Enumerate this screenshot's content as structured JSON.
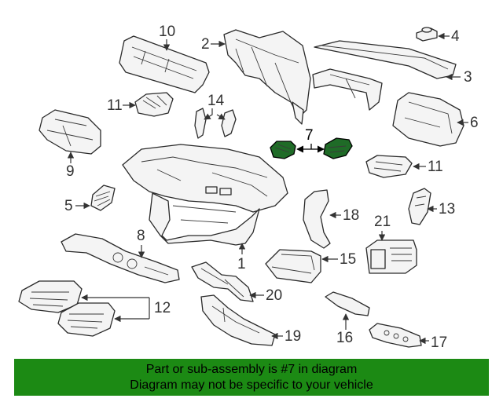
{
  "callouts": {
    "c1": "1",
    "c2": "2",
    "c3": "3",
    "c4": "4",
    "c5": "5",
    "c6": "6",
    "c7": "7",
    "c8": "8",
    "c9": "9",
    "c10": "10",
    "c11a": "11",
    "c11b": "11",
    "c12": "12",
    "c13": "13",
    "c14": "14",
    "c15": "15",
    "c16": "16",
    "c17": "17",
    "c18": "18",
    "c19": "19",
    "c20": "20",
    "c21": "21"
  },
  "highlighted_part": "7",
  "colors": {
    "highlight": "#1f6b27",
    "banner": "#1c8a14"
  },
  "banner": {
    "line1": "Part or sub-assembly is #7 in diagram",
    "line2": "Diagram may not be specific to your vehicle"
  }
}
